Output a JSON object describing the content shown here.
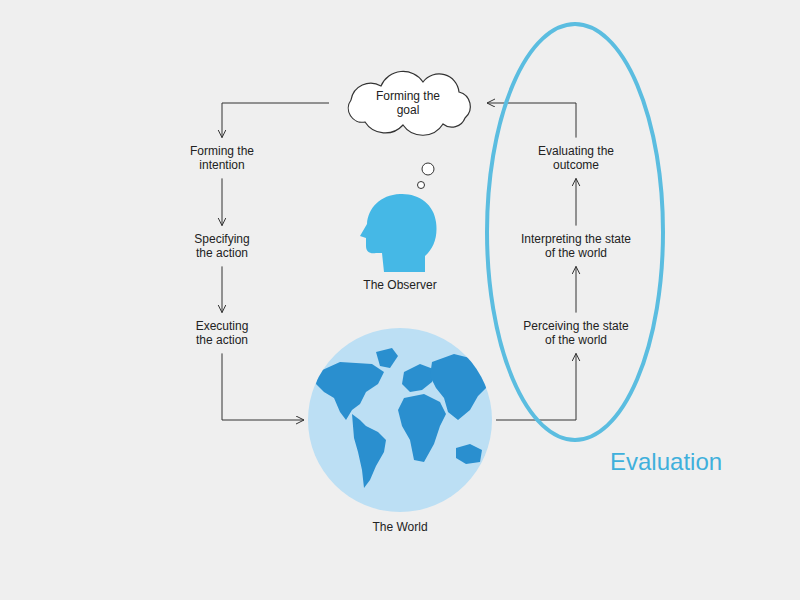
{
  "diagram": {
    "nodes": [
      {
        "text": [
          "Forming the goal"
        ]
      },
      {
        "text": [
          "Forming the intention"
        ]
      },
      {
        "text": [
          "Specifying the action"
        ]
      },
      {
        "text": [
          "Executing the action"
        ]
      },
      {
        "text": [
          "The World"
        ]
      },
      {
        "text": [
          "Evaluation"
        ]
      },
      {
        "text": [
          "Evaluating the outcome"
        ],
        "in": 5
      },
      {
        "text": [
          "Interpreting the state of the world"
        ],
        "in": 5
      },
      {
        "text": [
          "Perceiving the state of the world"
        ],
        "in": 5
      }
    ],
    "edges": [
      {
        "from": 0,
        "to": 1,
        "arrow": "to"
      },
      {
        "from": 1,
        "to": 2,
        "arrow": "to"
      },
      {
        "from": 2,
        "to": 3,
        "arrow": "to"
      },
      {
        "from": 3,
        "to": 4,
        "arrow": "to"
      },
      {
        "from": 4,
        "to": 8,
        "arrow": "to"
      },
      {
        "from": 8,
        "to": 7,
        "arrow": "to"
      },
      {
        "from": 7,
        "to": 6,
        "arrow": "to"
      },
      {
        "from": 6,
        "to": 0,
        "arrow": "to"
      }
    ],
    "labels": [
      "The Observer"
    ]
  }
}
